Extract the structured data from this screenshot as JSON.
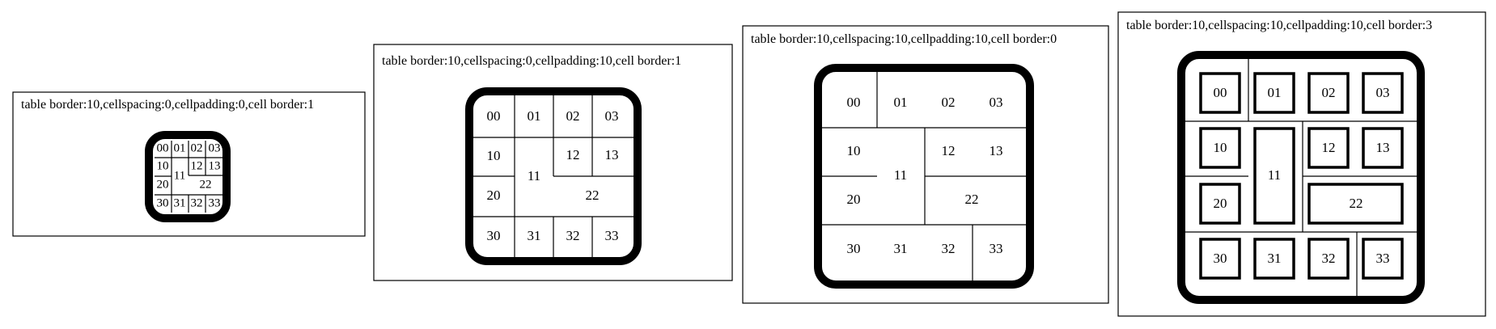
{
  "diagram": {
    "panels": [
      {
        "id": "p1",
        "label": "table border:10,cellspacing:0,cellpadding:0,cell border:1",
        "cells": [
          "00",
          "01",
          "02",
          "03",
          "10",
          "11",
          "12",
          "13",
          "20",
          "22",
          "30",
          "31",
          "32",
          "33"
        ]
      },
      {
        "id": "p2",
        "label": "table border:10,cellspacing:0,cellpadding:10,cell border:1",
        "cells": [
          "00",
          "01",
          "02",
          "03",
          "10",
          "11",
          "12",
          "13",
          "20",
          "22",
          "30",
          "31",
          "32",
          "33"
        ]
      },
      {
        "id": "p3",
        "label": "table border:10,cellspacing:10,cellpadding:10,cell border:0",
        "cells": [
          "00",
          "01",
          "02",
          "03",
          "10",
          "11",
          "12",
          "13",
          "20",
          "22",
          "30",
          "31",
          "32",
          "33"
        ]
      },
      {
        "id": "p4",
        "label": "table border:10,cellspacing:10,cellpadding:10,cell border:3",
        "cells": [
          "00",
          "01",
          "02",
          "03",
          "10",
          "11",
          "12",
          "13",
          "20",
          "22",
          "30",
          "31",
          "32",
          "33"
        ]
      }
    ]
  }
}
